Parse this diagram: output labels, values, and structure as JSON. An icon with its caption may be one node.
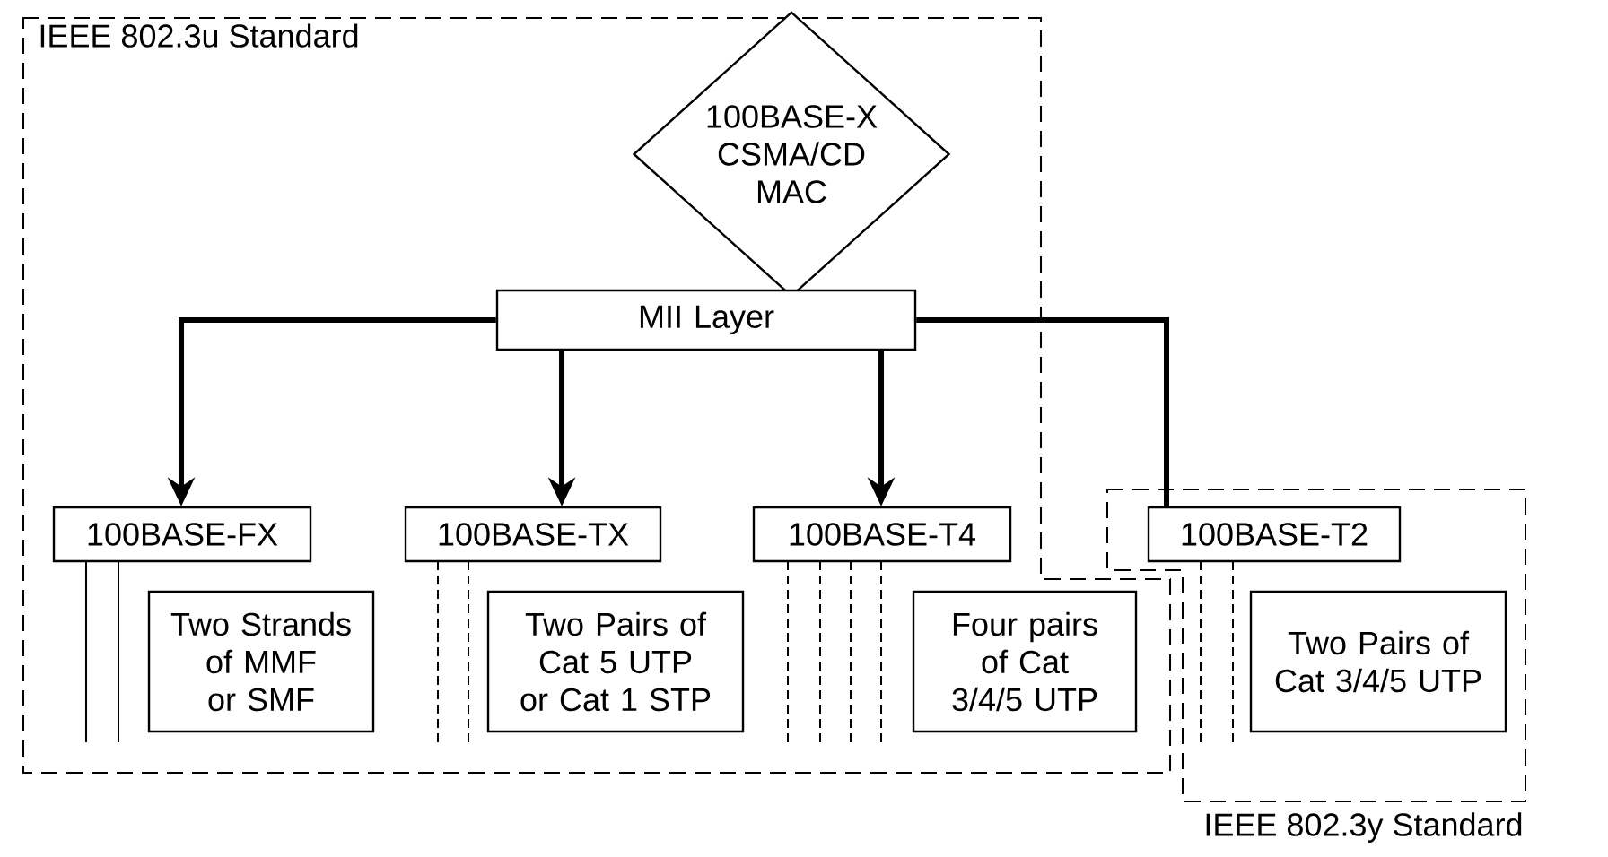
{
  "diagram": {
    "nodes": [
      {
        "text": [
          "IEEE 802.3u Standard"
        ]
      },
      {
        "text": [
          "IEEE 802.3y Standard"
        ]
      },
      {
        "text": [
          "100BASE-X CSMA/CD MAC"
        ],
        "in": 0
      },
      {
        "text": [
          "MII Layer"
        ],
        "in": 0
      },
      {
        "text": [
          "100BASE-FX"
        ],
        "in": 0
      },
      {
        "text": [
          "Two Strands of MMF or SMF"
        ],
        "in": 0
      },
      {
        "text": [
          "100BASE-TX"
        ],
        "in": 0
      },
      {
        "text": [
          "Two Pairs of Cat 5 UTP or Cat 1 STP"
        ],
        "in": 0
      },
      {
        "text": [
          "100BASE-T4"
        ],
        "in": 0
      },
      {
        "text": [
          "Four pairs of Cat 3/4/5 UTP"
        ],
        "in": 0
      },
      {
        "text": [
          "100BASE-T2"
        ],
        "in": 1
      },
      {
        "text": [
          "Two Pairs of Cat 3/4/5 UTP"
        ],
        "in": 1
      }
    ],
    "edges": [
      {
        "from": 3,
        "to": 4,
        "arrow": "to"
      },
      {
        "from": 3,
        "to": 6,
        "arrow": "to"
      },
      {
        "from": 3,
        "to": 8,
        "arrow": "to"
      },
      {
        "from": 3,
        "to": 10,
        "arrow": "none"
      }
    ]
  }
}
